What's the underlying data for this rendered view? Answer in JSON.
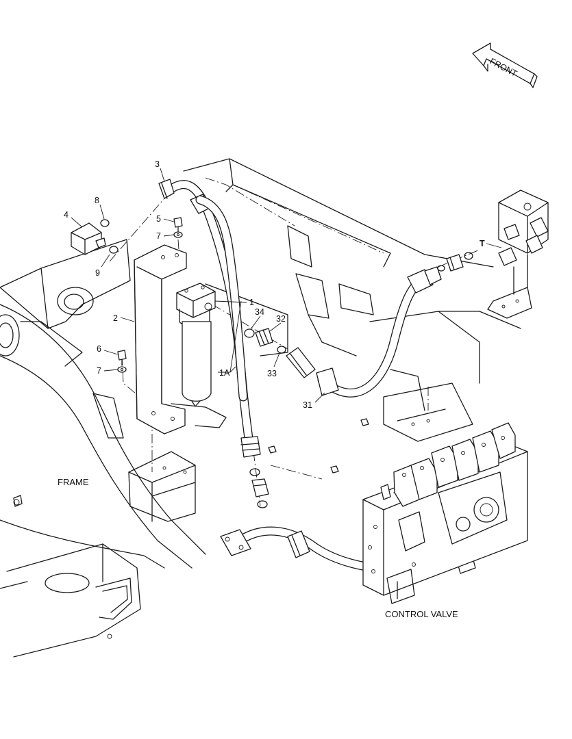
{
  "direction_arrow": {
    "text": "FRONT"
  },
  "assembly_labels": {
    "frame": "FRAME",
    "control_valve": "CONTROL VALVE"
  },
  "port_label": "T",
  "callouts": [
    {
      "id": "c3",
      "text": "3"
    },
    {
      "id": "c8",
      "text": "8"
    },
    {
      "id": "c4",
      "text": "4"
    },
    {
      "id": "c5",
      "text": "5"
    },
    {
      "id": "c7a",
      "text": "7"
    },
    {
      "id": "c9",
      "text": "9"
    },
    {
      "id": "c2",
      "text": "2"
    },
    {
      "id": "c1",
      "text": "1"
    },
    {
      "id": "c34",
      "text": "34"
    },
    {
      "id": "c32",
      "text": "32"
    },
    {
      "id": "c6",
      "text": "6"
    },
    {
      "id": "c7b",
      "text": "7"
    },
    {
      "id": "c33",
      "text": "33"
    },
    {
      "id": "c1A",
      "text": "1A"
    },
    {
      "id": "c31",
      "text": "31"
    }
  ]
}
